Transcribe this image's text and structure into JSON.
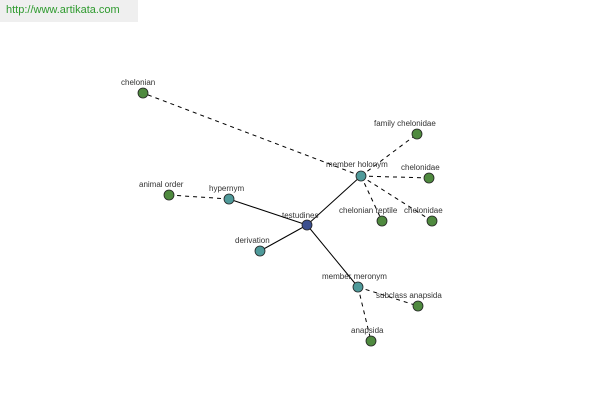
{
  "banner": {
    "link_text": "http://www.artikata.com"
  },
  "colors": {
    "center_node": "#3b4f8f",
    "relation_node": "#4f9a9a",
    "leaf_node": "#4f8a3f",
    "node_stroke": "#222222",
    "edge": "#000000"
  },
  "graph": {
    "nodes": [
      {
        "id": "testudines",
        "label": "testudines",
        "kind": "center"
      },
      {
        "id": "member-holonym",
        "label": "member holonym",
        "kind": "relation"
      },
      {
        "id": "hypernym",
        "label": "hypernym",
        "kind": "relation"
      },
      {
        "id": "derivation",
        "label": "derivation",
        "kind": "relation"
      },
      {
        "id": "member-meronym",
        "label": "member meronym",
        "kind": "relation"
      },
      {
        "id": "chelonian",
        "label": "chelonian",
        "kind": "leaf"
      },
      {
        "id": "family-chelonidae",
        "label": "family chelonidae",
        "kind": "leaf"
      },
      {
        "id": "chelonidae",
        "label": "chelonidae",
        "kind": "leaf"
      },
      {
        "id": "chelonian-reptile",
        "label": "chelonian reptile",
        "kind": "leaf"
      },
      {
        "id": "chelonidae-2",
        "label": "chelonidae",
        "kind": "leaf"
      },
      {
        "id": "animal-order",
        "label": "animal order",
        "kind": "leaf"
      },
      {
        "id": "subclass-anapsida",
        "label": "subclass anapsida",
        "kind": "leaf"
      },
      {
        "id": "anapsida",
        "label": "anapsida",
        "kind": "leaf"
      }
    ],
    "edges": [
      {
        "from": "testudines",
        "to": "member-holonym",
        "style": "solid"
      },
      {
        "from": "testudines",
        "to": "hypernym",
        "style": "solid"
      },
      {
        "from": "testudines",
        "to": "derivation",
        "style": "solid"
      },
      {
        "from": "testudines",
        "to": "member-meronym",
        "style": "solid"
      },
      {
        "from": "member-holonym",
        "to": "chelonian",
        "style": "dashed"
      },
      {
        "from": "member-holonym",
        "to": "family-chelonidae",
        "style": "dashed"
      },
      {
        "from": "member-holonym",
        "to": "chelonidae",
        "style": "dashed"
      },
      {
        "from": "member-holonym",
        "to": "chelonian-reptile",
        "style": "dashed"
      },
      {
        "from": "member-holonym",
        "to": "chelonidae-2",
        "style": "dashed"
      },
      {
        "from": "hypernym",
        "to": "animal-order",
        "style": "dashed"
      },
      {
        "from": "member-meronym",
        "to": "subclass-anapsida",
        "style": "dashed"
      },
      {
        "from": "member-meronym",
        "to": "anapsida",
        "style": "dashed"
      }
    ]
  }
}
